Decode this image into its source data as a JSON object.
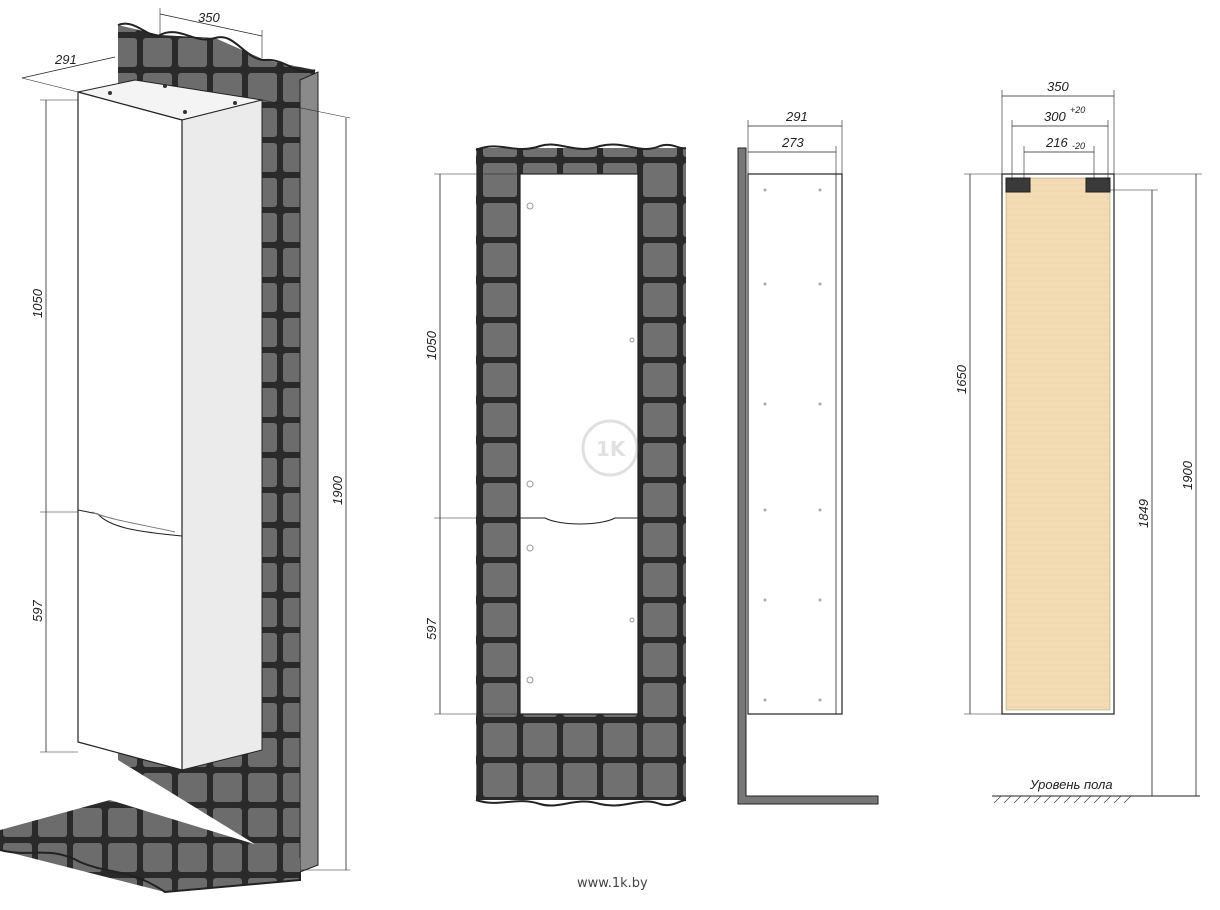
{
  "colors": {
    "tile": "#6e6e6e",
    "tile_dark": "#3c3c3c",
    "grout": "#2a2a2a",
    "cabinet": "#ffffff",
    "cabinet_side": "#eeeeee",
    "back_panel": "#f3dcb5",
    "line": "#222222"
  },
  "iso_view": {
    "dim_width": "350",
    "dim_depth": "291",
    "dim_height_total": "1900",
    "dim_upper": "1050",
    "dim_lower": "597"
  },
  "front_view": {
    "dim_upper": "1050",
    "dim_lower": "597",
    "logo_text": "1K"
  },
  "side_view": {
    "dim_depth_outer": "291",
    "dim_depth_inner": "273"
  },
  "back_view": {
    "dim_width": "350",
    "dim_mount": "300",
    "dim_mount_tol": "+20",
    "dim_inner": "216",
    "dim_inner_tol": "-20",
    "dim_height": "1650",
    "dim_mount_height": "1849",
    "dim_total": "1900",
    "floor_label": "Уровень пола"
  },
  "watermark": "www.1k.by"
}
